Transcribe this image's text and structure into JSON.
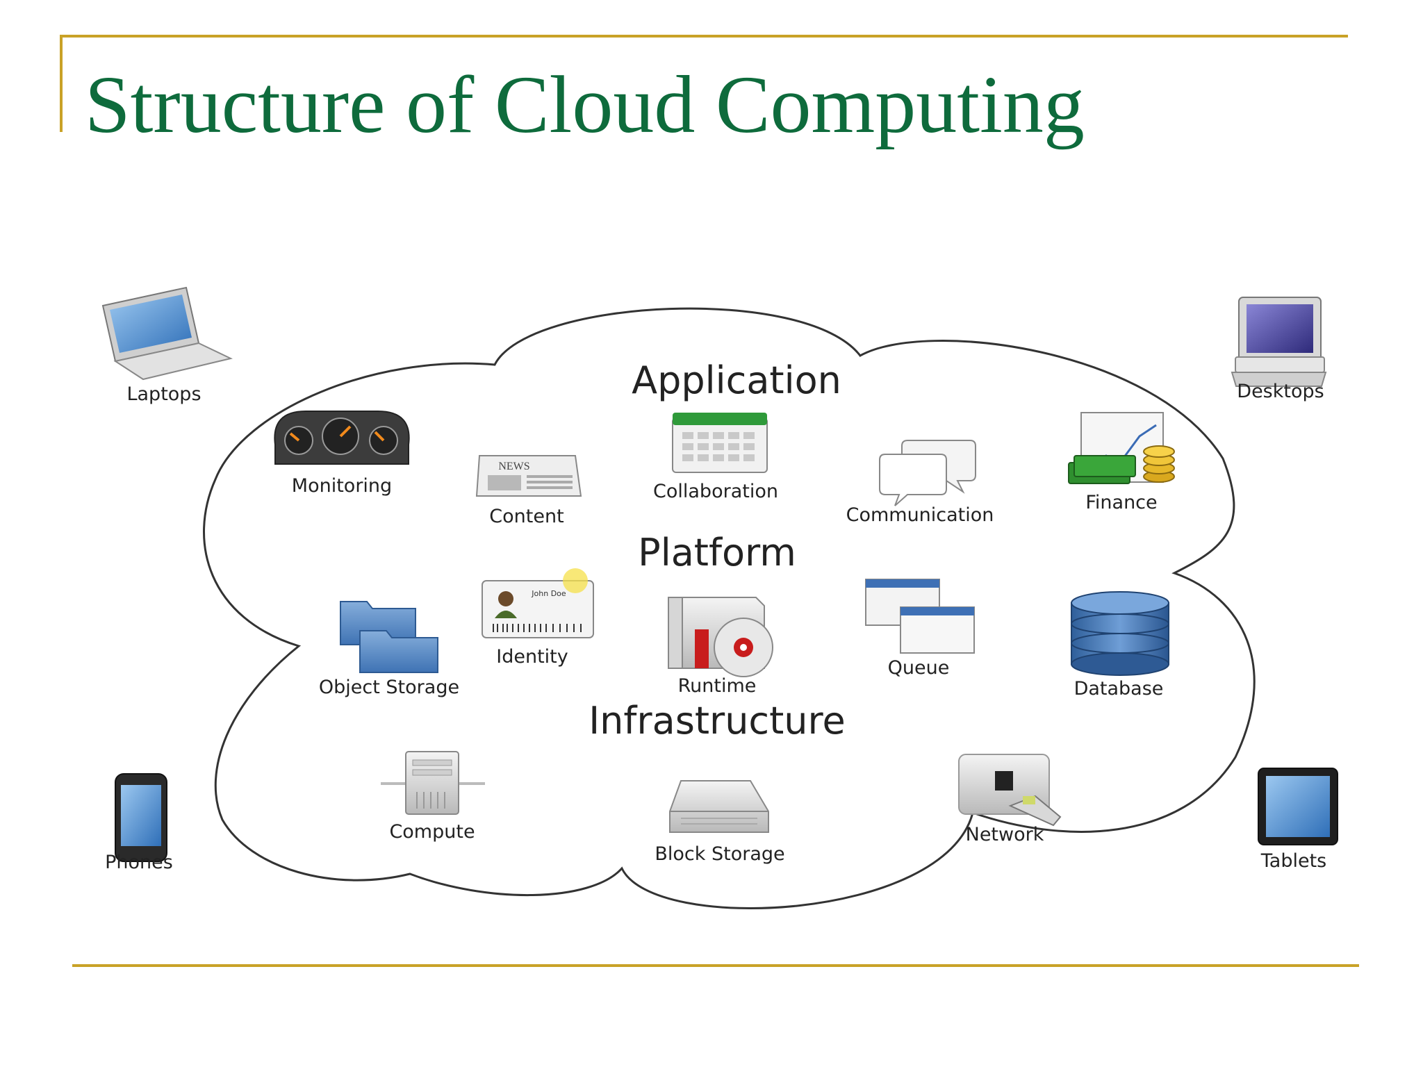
{
  "slide": {
    "title": "Structure of Cloud Computing",
    "frame_color": "#c9a227",
    "title_color": "#0e6b3c"
  },
  "diagram": {
    "layers": {
      "application": "Application",
      "platform": "Platform",
      "infrastructure": "Infrastructure"
    },
    "devices": {
      "laptops": "Laptops",
      "desktops": "Desktops",
      "phones": "Phones",
      "tablets": "Tablets"
    },
    "application_items": {
      "monitoring": "Monitoring",
      "content": "Content",
      "collaboration": "Collaboration",
      "communication": "Communication",
      "finance": "Finance"
    },
    "platform_items": {
      "object_storage": "Object Storage",
      "identity": "Identity",
      "runtime": "Runtime",
      "queue": "Queue",
      "database": "Database"
    },
    "infrastructure_items": {
      "compute": "Compute",
      "block_storage": "Block Storage",
      "network": "Network"
    },
    "icon_text": {
      "news": "NEWS",
      "id_name": "John Doe"
    }
  }
}
